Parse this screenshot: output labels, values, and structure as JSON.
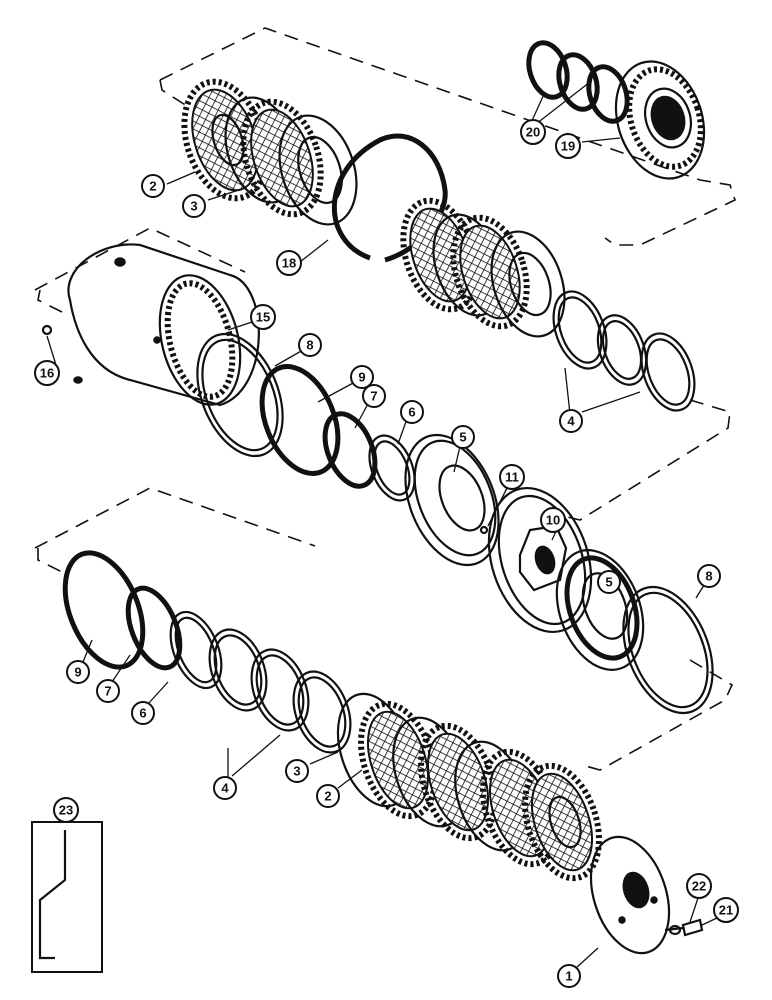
{
  "callouts": {
    "c1": "1",
    "c2a": "2",
    "c2b": "2",
    "c3a": "3",
    "c3b": "3",
    "c4a": "4",
    "c4b": "4",
    "c5a": "5",
    "c5b": "5",
    "c6a": "6",
    "c6b": "6",
    "c7a": "7",
    "c7b": "7",
    "c8a": "8",
    "c8b": "8",
    "c9a": "9",
    "c9b": "9",
    "c10": "10",
    "c11": "11",
    "c15": "15",
    "c16": "16",
    "c18": "18",
    "c19": "19",
    "c20": "20",
    "c21": "21",
    "c22": "22",
    "c23": "23"
  }
}
